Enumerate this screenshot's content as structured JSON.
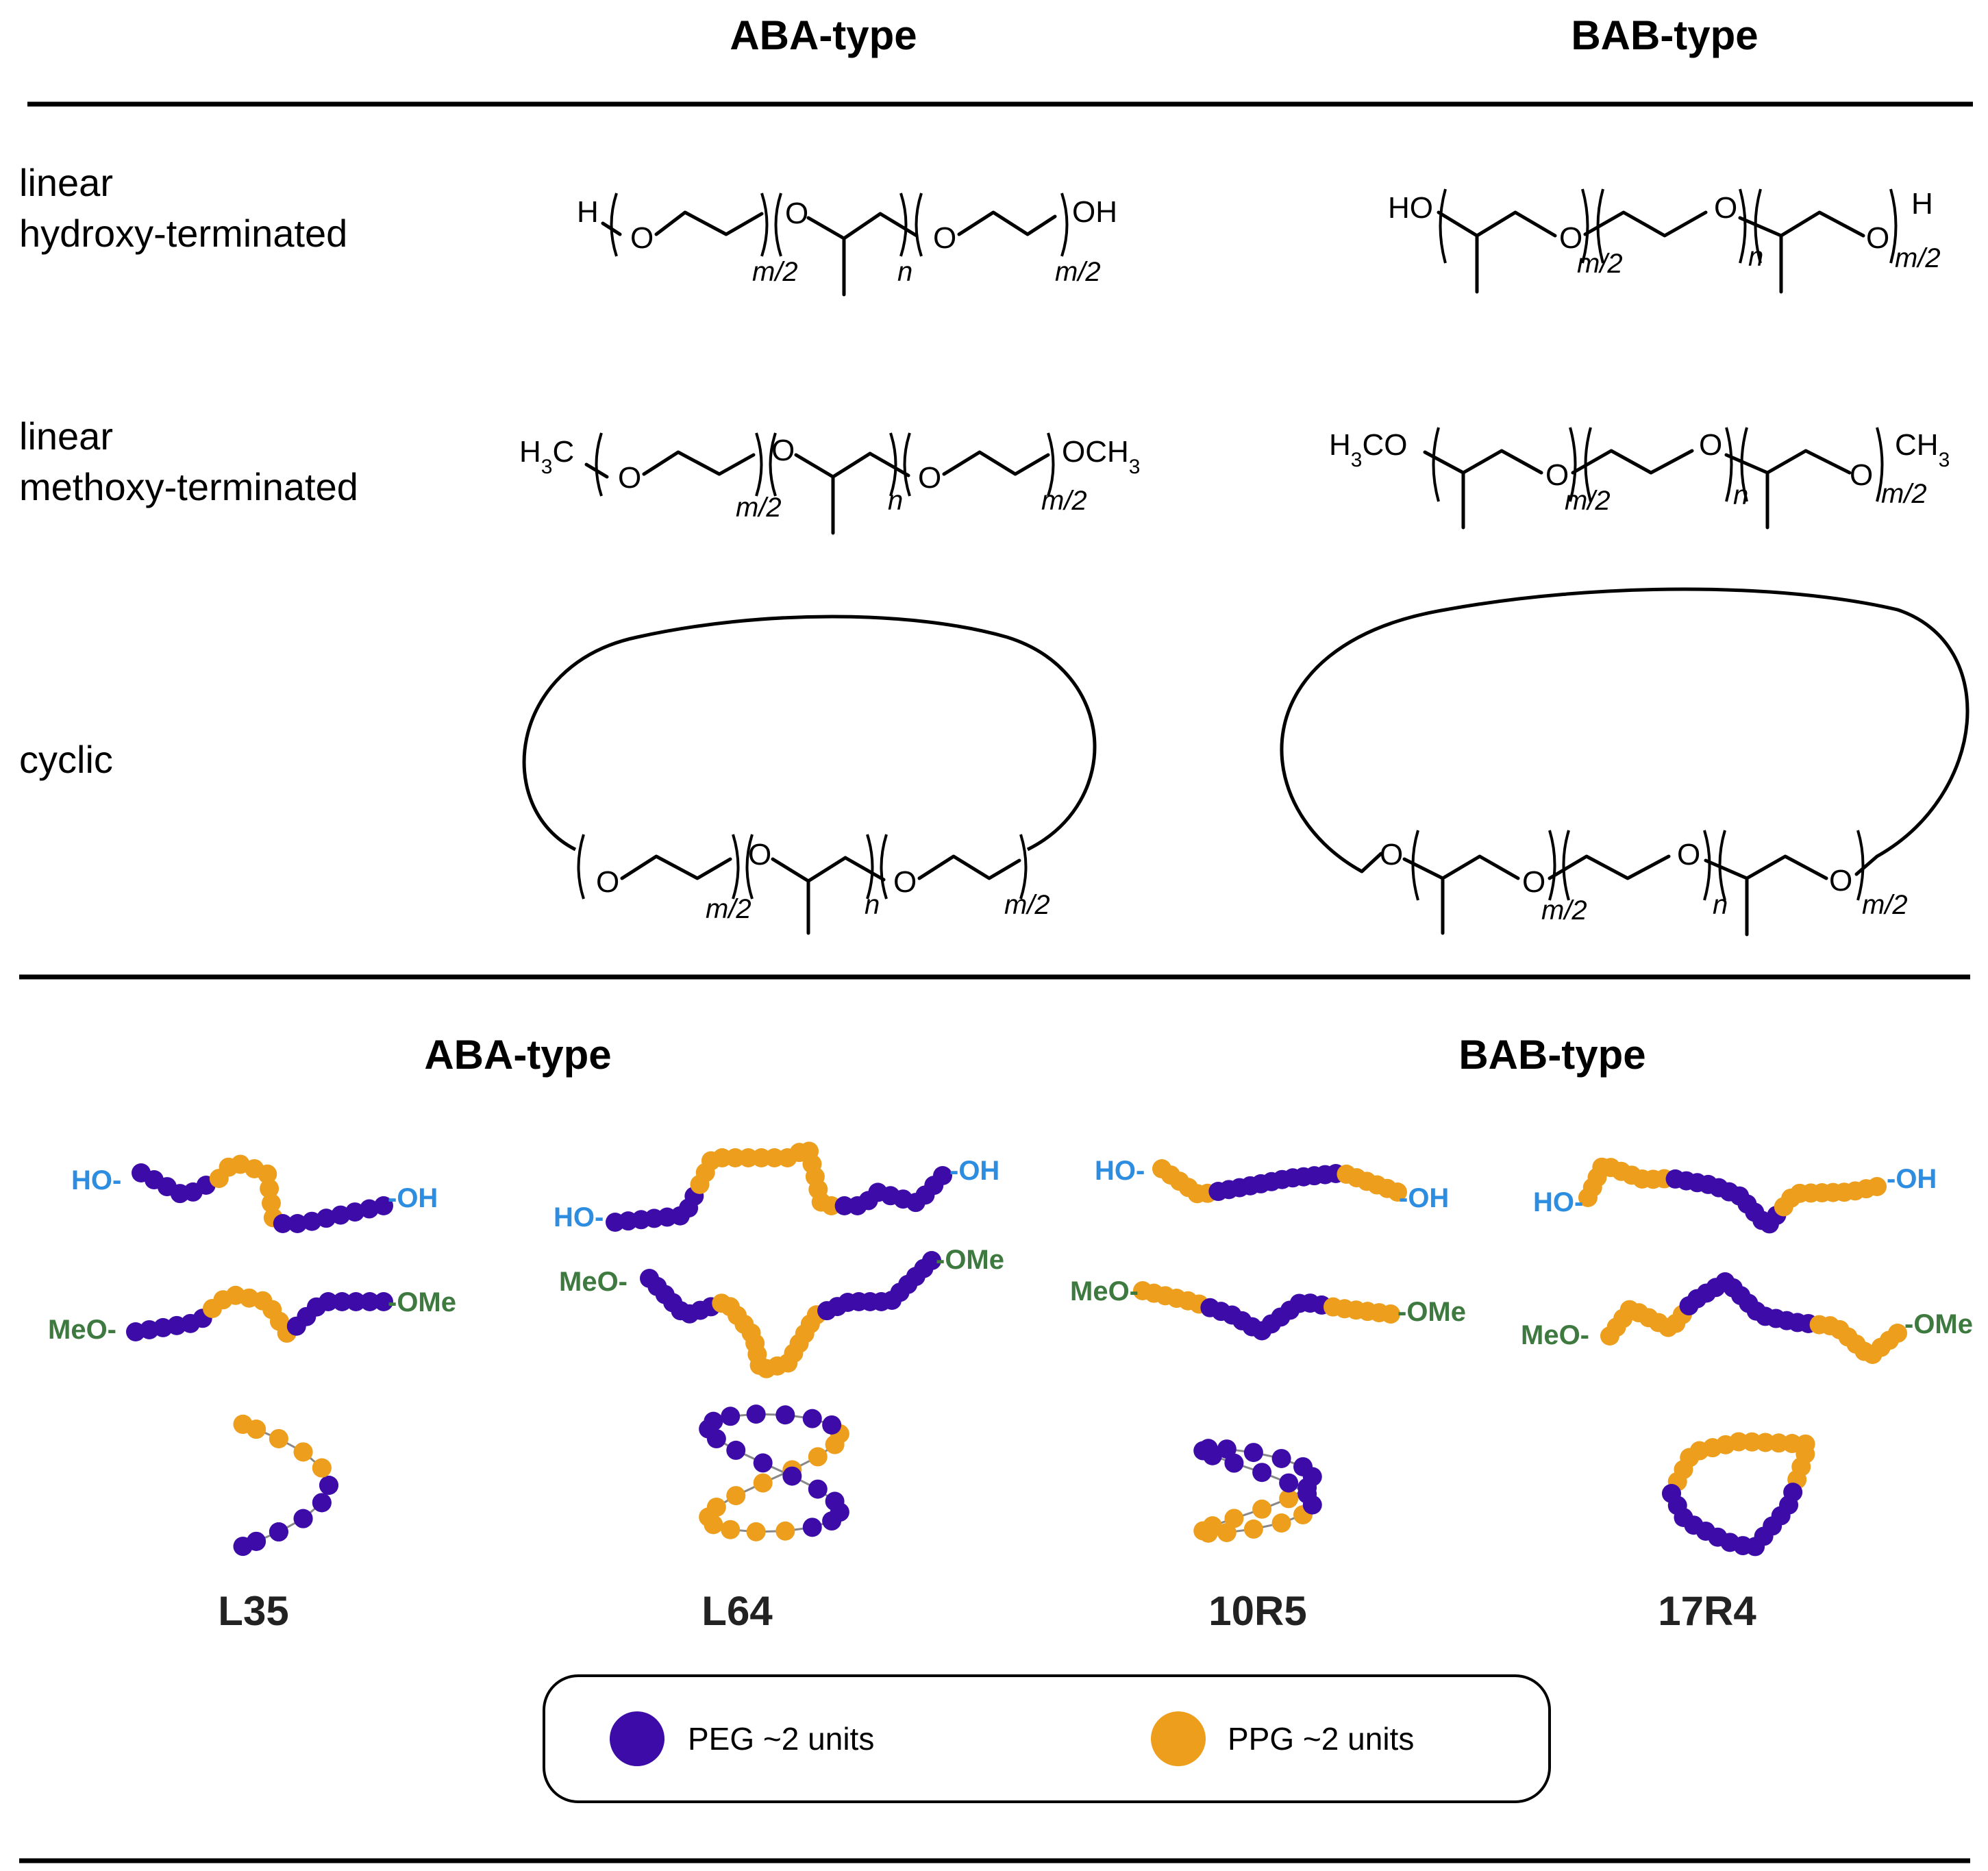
{
  "headers": {
    "aba": "ABA-type",
    "bab": "BAB-type"
  },
  "rows": {
    "hydroxy": [
      "linear",
      "hydroxy-terminated"
    ],
    "methoxy": [
      "linear",
      "methoxy-terminated"
    ],
    "cyclic": "cyclic"
  },
  "chem": {
    "O": "O",
    "H": "H",
    "HO": "HO",
    "OH": "OH",
    "H3C": "H3C",
    "H3CO": "H3CO",
    "OCH3": "OCH3",
    "CH3": "CH3",
    "m2": "m/2",
    "n": "n"
  },
  "bottom_headers": {
    "aba": "ABA-type",
    "bab": "BAB-type"
  },
  "end_labels": {
    "HO": "HO-",
    "OH": "-OH",
    "MeO": "MeO-",
    "OMe": "-OMe"
  },
  "codes": [
    "L35",
    "L64",
    "10R5",
    "17R4"
  ],
  "legend": {
    "peg": "PEG ~2 units",
    "ppg": "PPG ~2 units"
  },
  "colors": {
    "peg": "#3d0ca8",
    "ppg": "#ec9e1c",
    "hydroxy": "#2d8de0",
    "methoxy": "#3e7a40"
  }
}
